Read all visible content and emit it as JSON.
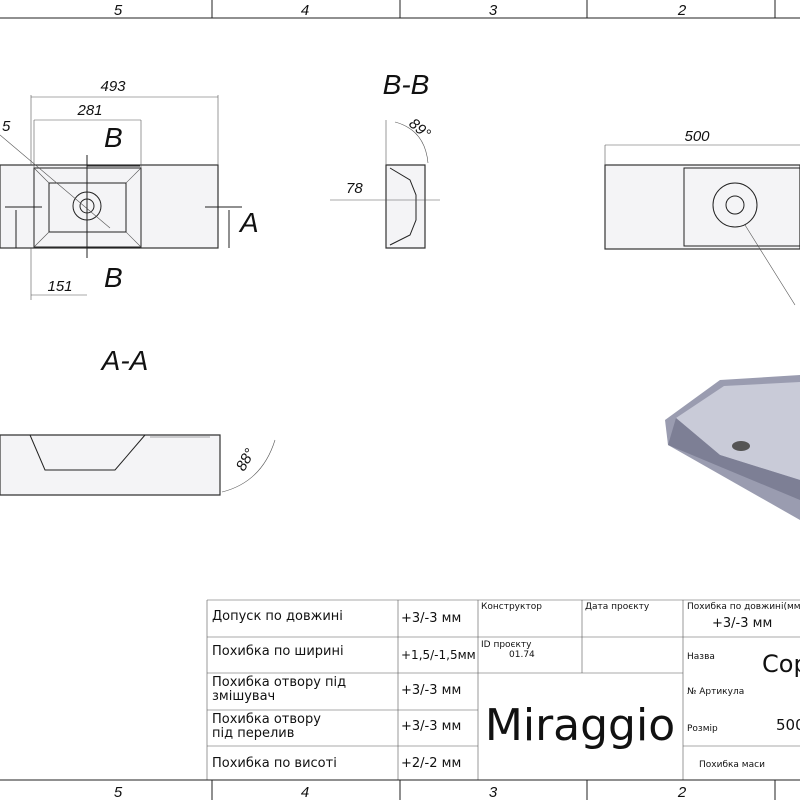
{
  "frame": {
    "zones_top": [
      "5",
      "4",
      "3",
      "2"
    ],
    "zones_bottom": [
      "5",
      "4",
      "3",
      "2"
    ]
  },
  "plan_view": {
    "dim_total": "493",
    "dim_bowl": "281",
    "dim_hole": "151",
    "dim_dia": "5",
    "section_b": "B",
    "section_a": "A"
  },
  "section_bb": {
    "title": "B-B",
    "depth": "78",
    "angle": "89°"
  },
  "section_aa": {
    "title": "A-A",
    "angle": "88°"
  },
  "top_view": {
    "dim_length": "500"
  },
  "tolerances": [
    {
      "label": "Допуск по довжині",
      "value": "+3/-3 мм"
    },
    {
      "label": "Похибка по ширині",
      "value": "+1,5/-1,5мм"
    },
    {
      "label": "Похибка отвору під змішувач",
      "value": "+3/-3 мм"
    },
    {
      "label": "Похибка отвору під перелив",
      "value": "+3/-3 мм"
    },
    {
      "label": "Похибка по висоті",
      "value": "+2/-2 мм"
    }
  ],
  "title_block": {
    "designer_label": "Конструктор",
    "date_label": "Дата проєкту",
    "project_id_label": "ID проєкту",
    "project_id": "01.74",
    "brand": "Miraggio",
    "length_tol_label": "Похибка по довжині(мм)",
    "length_tol": "+3/-3 мм",
    "name_label": "Назва",
    "name": "Cop",
    "article_label": "№ Артикула",
    "size_label": "Розмір",
    "size": "500",
    "mass_tol_label": "Похибка маси"
  }
}
